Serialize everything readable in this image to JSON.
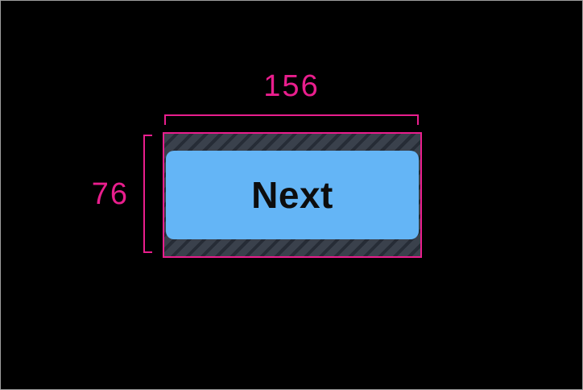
{
  "canvas": {
    "background": "#000000",
    "frame_color": "#9e9e9e"
  },
  "annotations": {
    "accent_color": "#e91e8d",
    "width_value": "156",
    "height_value": "76"
  },
  "padding_hatch": {
    "background": "#3a414c",
    "stripe": "#262c36"
  },
  "button": {
    "label": "Next",
    "fill_color": "#64b5f6",
    "text_color": "#0d0d0d"
  }
}
